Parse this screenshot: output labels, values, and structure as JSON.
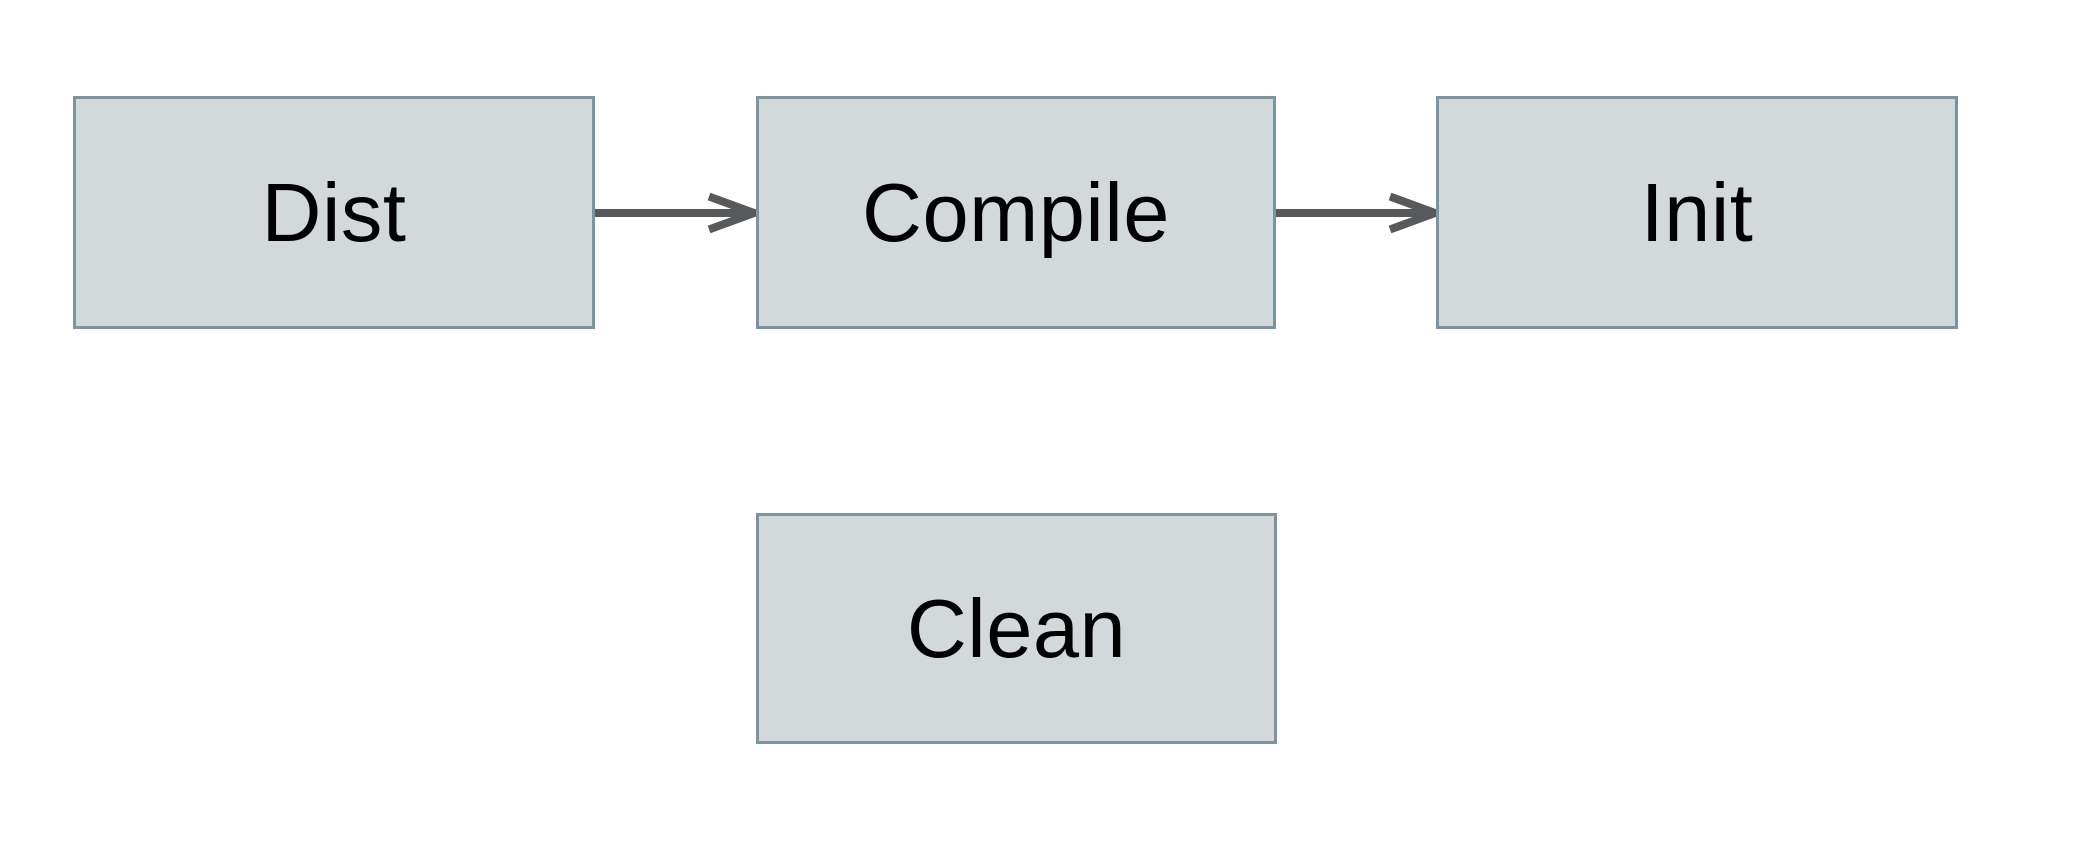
{
  "diagram": {
    "type": "flowchart",
    "background_color": "#ffffff",
    "colors": {
      "node_fill": "#d3d9db",
      "node_border": "#7b94a1",
      "arrow": "#58595b",
      "text": "#000000"
    },
    "nodes": [
      {
        "id": "dist",
        "label": "Dist"
      },
      {
        "id": "compile",
        "label": "Compile"
      },
      {
        "id": "init",
        "label": "Init"
      },
      {
        "id": "clean",
        "label": "Clean"
      }
    ],
    "edges": [
      {
        "from": "dist",
        "to": "compile",
        "direction": "right"
      },
      {
        "from": "compile",
        "to": "init",
        "direction": "right"
      }
    ]
  }
}
